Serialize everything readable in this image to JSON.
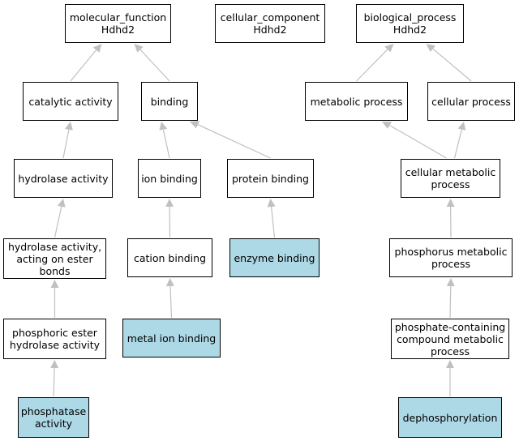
{
  "colors": {
    "edge": "#c0c0c0",
    "highlight": "#add8e6",
    "node": "#ffffff",
    "border": "#000000"
  },
  "nodes": [
    {
      "id": "mf",
      "label": "molecular_function\nHdhd2",
      "highlight": false
    },
    {
      "id": "cc",
      "label": "cellular_component\nHdhd2",
      "highlight": false
    },
    {
      "id": "bp",
      "label": "biological_process\nHdhd2",
      "highlight": false
    },
    {
      "id": "cat",
      "label": "catalytic activity",
      "highlight": false
    },
    {
      "id": "bind",
      "label": "binding",
      "highlight": false
    },
    {
      "id": "met",
      "label": "metabolic process",
      "highlight": false
    },
    {
      "id": "cell",
      "label": "cellular process",
      "highlight": false
    },
    {
      "id": "hyd",
      "label": "hydrolase activity",
      "highlight": false
    },
    {
      "id": "ion",
      "label": "ion binding",
      "highlight": false
    },
    {
      "id": "prot",
      "label": "protein binding",
      "highlight": false
    },
    {
      "id": "cmet",
      "label": "cellular metabolic\nprocess",
      "highlight": false
    },
    {
      "id": "hydest",
      "label": "hydrolase activity,\nacting on ester\nbonds",
      "highlight": false
    },
    {
      "id": "cation",
      "label": "cation binding",
      "highlight": false
    },
    {
      "id": "enz",
      "label": "enzyme binding",
      "highlight": true
    },
    {
      "id": "pmet",
      "label": "phosphorus metabolic\nprocess",
      "highlight": false
    },
    {
      "id": "phest",
      "label": "phosphoric ester\nhydrolase activity",
      "highlight": false
    },
    {
      "id": "metion",
      "label": "metal ion binding",
      "highlight": true
    },
    {
      "id": "pcmet",
      "label": "phosphate-containing\ncompound metabolic\nprocess",
      "highlight": false
    },
    {
      "id": "phos",
      "label": "phosphatase\nactivity",
      "highlight": true
    },
    {
      "id": "dephos",
      "label": "dephosphorylation",
      "highlight": true
    }
  ],
  "edges": [
    [
      "cat",
      "mf"
    ],
    [
      "bind",
      "mf"
    ],
    [
      "met",
      "bp"
    ],
    [
      "cell",
      "bp"
    ],
    [
      "hyd",
      "cat"
    ],
    [
      "ion",
      "bind"
    ],
    [
      "prot",
      "bind"
    ],
    [
      "cmet",
      "met"
    ],
    [
      "cmet",
      "cell"
    ],
    [
      "hydest",
      "hyd"
    ],
    [
      "cation",
      "ion"
    ],
    [
      "enz",
      "prot"
    ],
    [
      "pmet",
      "cmet"
    ],
    [
      "phest",
      "hydest"
    ],
    [
      "metion",
      "cation"
    ],
    [
      "pcmet",
      "pmet"
    ],
    [
      "phos",
      "phest"
    ],
    [
      "dephos",
      "pcmet"
    ]
  ]
}
